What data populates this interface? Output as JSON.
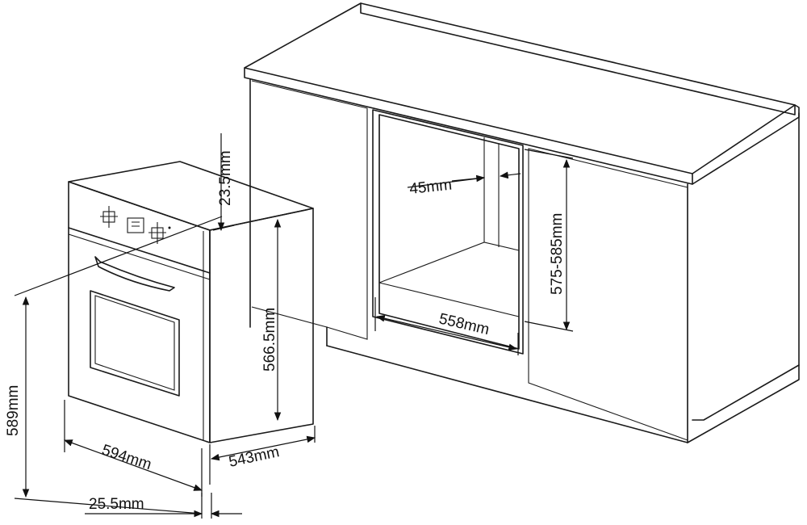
{
  "dimensions": {
    "panel_height": "23.5mm",
    "oven_height": "566.5mm",
    "total_height": "589mm",
    "width": "594mm",
    "depth": "543mm",
    "front_thickness": "25.5mm",
    "side_gap": "45mm",
    "cutout_height": "575-585mm",
    "cutout_width": "558mm"
  },
  "colors": {
    "line": "#1a1a1a",
    "background": "#ffffff"
  },
  "icons": [
    "oven-control-knob-icon",
    "oven-display-icon",
    "oven-timer-icon"
  ]
}
